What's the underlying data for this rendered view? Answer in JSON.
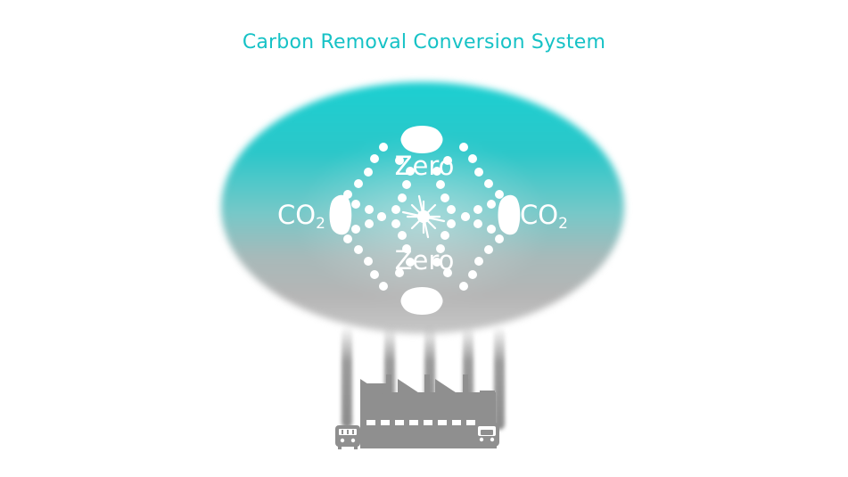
{
  "title": "Carbon Removal Conversion System",
  "labels": {
    "zero_top": "Zero",
    "zero_bottom": "Zero",
    "co2_left": "CO",
    "co2_left_sub": "2",
    "co2_right": "CO",
    "co2_right_sub": "2"
  },
  "colors": {
    "title": "#16c2c6",
    "cloud_top": "#1ccfd1",
    "cloud_bottom": "#bdbdbd",
    "industry": "#8f8f8f",
    "symbol": "#ffffff"
  },
  "icons": {
    "center": "sparkle-burst-icon",
    "factory": "factory-icon",
    "bus_left": "bus-icon",
    "bus_right": "bus-icon"
  }
}
